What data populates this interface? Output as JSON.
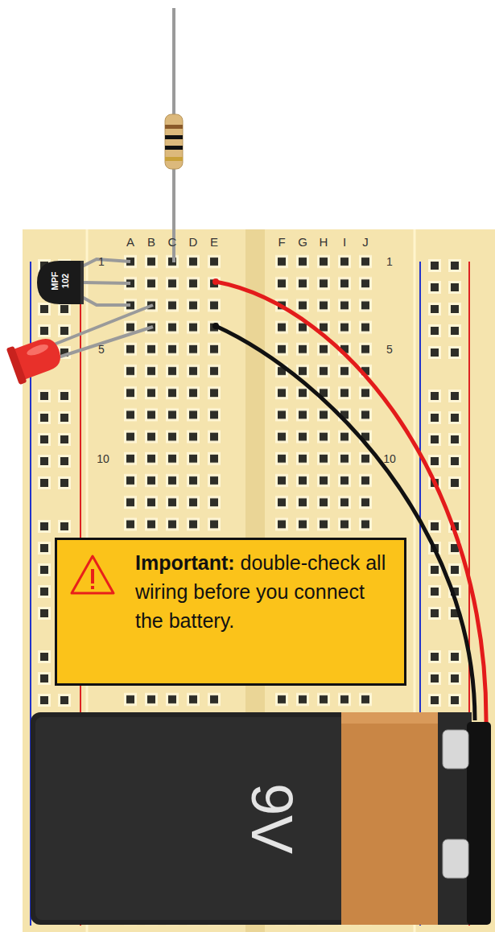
{
  "diagram": {
    "nodes": [
      {
        "text": [
          "MPF 102"
        ]
      },
      {
        "text": [
          "Important:",
          "double-check all wiring before you connect the battery."
        ]
      },
      {
        "text": [
          "9V"
        ]
      }
    ],
    "labels": [
      "A",
      "B",
      "C",
      "D",
      "E",
      "F",
      "G",
      "H",
      "I",
      "J",
      "1",
      "1",
      "5",
      "5",
      "10",
      "10"
    ]
  }
}
